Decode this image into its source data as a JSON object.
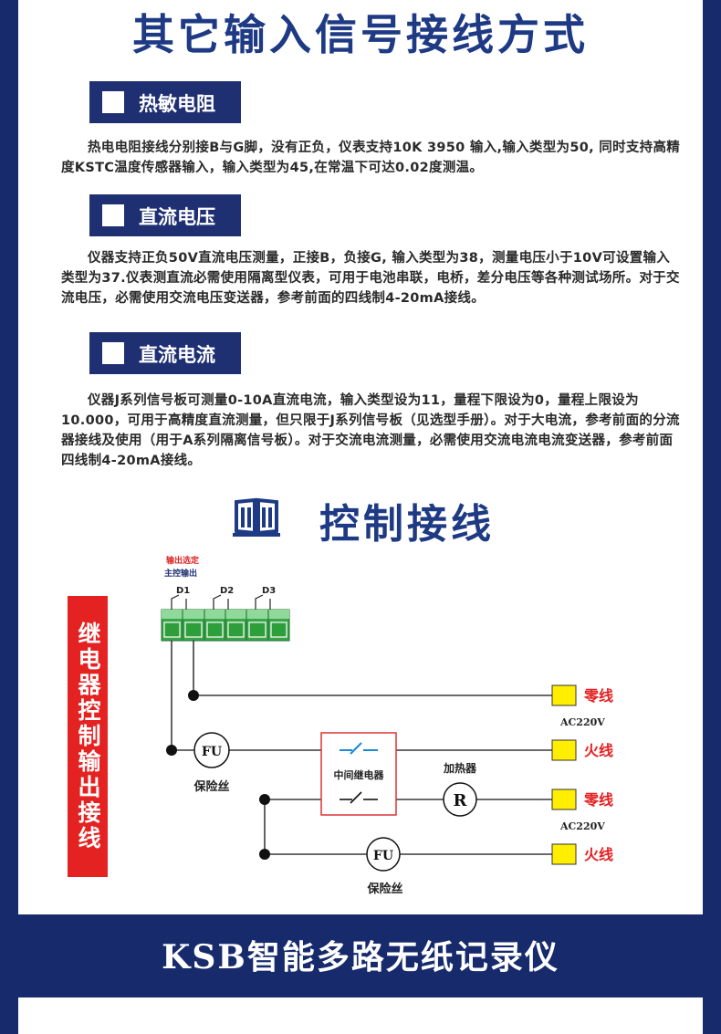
{
  "page": {
    "title": "其它输入信号接线方式",
    "bottom_title": "KSB智能多路无纸记录仪"
  },
  "sections": [
    {
      "heading": "热敏电阻",
      "text": "热电电阻接线分别接B与G脚，没有正负，仪表支持10K 3950 输入,输入类型为50, 同时支持高精度KSTC温度传感器输入，输入类型为45,在常温下可达0.02度测温。"
    },
    {
      "heading": "直流电压",
      "text": "仪器支持正负50V直流电压测量，正接B，负接G, 输入类型为38，测量电压小于10V可设置输入类型为37.仪表测直流必需使用隔离型仪表，可用于电池串联，电桥，差分电压等各种测试场所。对于交流电压，必需使用交流电压变送器，参考前面的四线制4-20mA接线。"
    },
    {
      "heading": "直流电流",
      "text": "仪器J系列信号板可测量0-10A直流电流，输入类型设为11，量程下限设为0，量程上限设为10.000，可用于高精度直流测量，但只限于J系列信号板（见选型手册）。对于大电流，参考前面的分流器接线及使用（用于A系列隔离信号板）。对于交流电流测量，必需使用交流电流电流变送器，参考前面四线制4-20mA接线。"
    }
  ],
  "control": {
    "title": "控制接线",
    "side_label": "继电器控制输出接线",
    "diagram": {
      "output_select": "输出选定",
      "main_output": "主控输出",
      "d1": "D1",
      "d2": "D2",
      "d3": "D3",
      "neutral_1": "零线",
      "live_1": "火线",
      "neutral_2": "零线",
      "live_2": "火线",
      "ac_1": "AC220V",
      "ac_2": "AC220V",
      "fuse_symbol": "FU",
      "fuse_label": "保险丝",
      "relay_label": "中间继电器",
      "heater_label": "加热器",
      "heater_symbol": "R"
    }
  },
  "colors": {
    "navy": "#1e2f72",
    "title_blue": "#1e3a84",
    "red": "#e42222",
    "terminal_yellow": "#ffee00",
    "terminal_green": "#2e9e3a"
  }
}
